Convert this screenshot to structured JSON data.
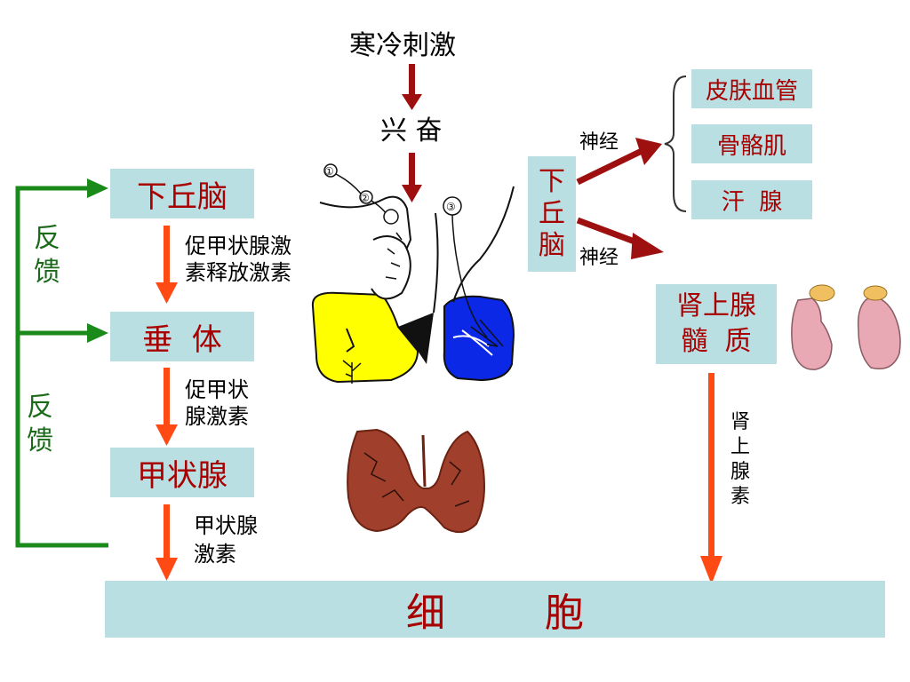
{
  "diagram": {
    "stimulus": "寒冷刺激",
    "excite": "兴 奋",
    "left_chain": {
      "hypothalamus": "下丘脑",
      "pituitary": "垂  体",
      "thyroid": "甲状腺",
      "trh_label": [
        "促甲状腺激",
        "素释放激素"
      ],
      "tsh_label": [
        "促甲状",
        "腺激素"
      ],
      "th_label": [
        "甲状腺",
        "激素"
      ],
      "feedback_1": [
        "反",
        "馈"
      ],
      "feedback_2": [
        "反",
        "馈"
      ]
    },
    "right_chain": {
      "hypothalamus_vertical": [
        "下",
        "丘",
        "脑"
      ],
      "nerve_1": "神经",
      "nerve_2": "神经",
      "targets": [
        "皮肤血管",
        "骨骼肌",
        "汗  腺"
      ],
      "adrenal_medulla": [
        "肾上腺",
        "髓  质"
      ],
      "epinephrine_label": [
        "肾",
        "上",
        "腺",
        "素"
      ]
    },
    "cell": "细        胞",
    "gland_marks": [
      "①",
      "②",
      "③"
    ]
  },
  "colors": {
    "box_fill": "#b9dfe2",
    "box_text": "#a80000",
    "feedback_green": "#1a8a1a",
    "hormone_arrow": "#ff4a14",
    "nerve_arrow": "#9e1010",
    "pituitary_yellow": "#ffff00",
    "pituitary_blue": "#0a28e6",
    "thyroid_red": "#a0402c",
    "adrenal_pink": "#e8a8b4"
  }
}
